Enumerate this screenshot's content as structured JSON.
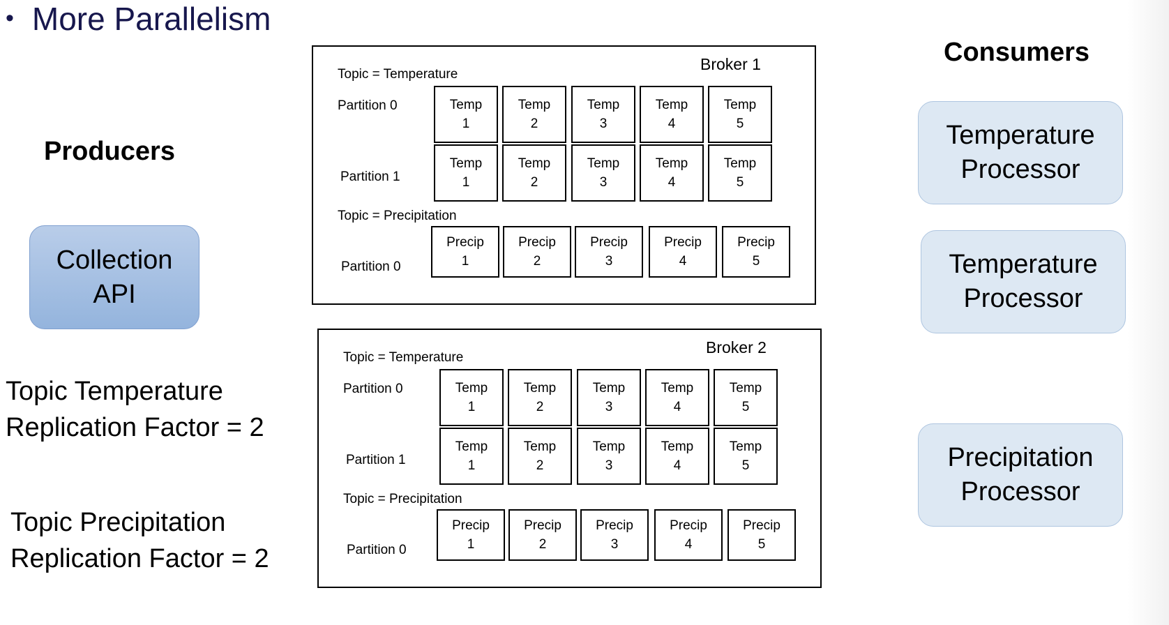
{
  "title": {
    "bullet": "•",
    "text": "More Parallelism"
  },
  "producers": {
    "heading": "Producers",
    "box": {
      "label": "Collection\nAPI"
    }
  },
  "replication": {
    "temperature": {
      "line1": "Topic Temperature",
      "line2": "Replication Factor = 2"
    },
    "precipitation": {
      "line1": "Topic Precipitation",
      "line2": "Replication Factor = 2"
    }
  },
  "consumers": {
    "heading": "Consumers",
    "items": [
      {
        "label": "Temperature\nProcessor"
      },
      {
        "label": "Temperature\nProcessor"
      },
      {
        "label": "Precipitation\nProcessor"
      }
    ]
  },
  "brokers": [
    {
      "name": "Broker 1",
      "temp_topic": "Topic = Temperature",
      "precip_topic": "Topic = Precipitation",
      "temp_partitions": [
        {
          "label": "Partition 0",
          "cells": [
            {
              "word": "Temp",
              "num": "1"
            },
            {
              "word": "Temp",
              "num": "2"
            },
            {
              "word": "Temp",
              "num": "3"
            },
            {
              "word": "Temp",
              "num": "4"
            },
            {
              "word": "Temp",
              "num": "5"
            }
          ]
        },
        {
          "label": "Partition 1",
          "cells": [
            {
              "word": "Temp",
              "num": "1"
            },
            {
              "word": "Temp",
              "num": "2"
            },
            {
              "word": "Temp",
              "num": "3"
            },
            {
              "word": "Temp",
              "num": "4"
            },
            {
              "word": "Temp",
              "num": "5"
            }
          ]
        }
      ],
      "precip_partitions": [
        {
          "label": "Partition 0",
          "cells": [
            {
              "word": "Precip",
              "num": "1"
            },
            {
              "word": "Precip",
              "num": "2"
            },
            {
              "word": "Precip",
              "num": "3"
            },
            {
              "word": "Precip",
              "num": "4"
            },
            {
              "word": "Precip",
              "num": "5"
            }
          ]
        }
      ]
    },
    {
      "name": "Broker 2",
      "temp_topic": "Topic = Temperature",
      "precip_topic": "Topic = Precipitation",
      "temp_partitions": [
        {
          "label": "Partition 0",
          "cells": [
            {
              "word": "Temp",
              "num": "1"
            },
            {
              "word": "Temp",
              "num": "2"
            },
            {
              "word": "Temp",
              "num": "3"
            },
            {
              "word": "Temp",
              "num": "4"
            },
            {
              "word": "Temp",
              "num": "5"
            }
          ]
        },
        {
          "label": "Partition 1",
          "cells": [
            {
              "word": "Temp",
              "num": "1"
            },
            {
              "word": "Temp",
              "num": "2"
            },
            {
              "word": "Temp",
              "num": "3"
            },
            {
              "word": "Temp",
              "num": "4"
            },
            {
              "word": "Temp",
              "num": "5"
            }
          ]
        }
      ],
      "precip_partitions": [
        {
          "label": "Partition 0",
          "cells": [
            {
              "word": "Precip",
              "num": "1"
            },
            {
              "word": "Precip",
              "num": "2"
            },
            {
              "word": "Precip",
              "num": "3"
            },
            {
              "word": "Precip",
              "num": "4"
            },
            {
              "word": "Precip",
              "num": "5"
            }
          ]
        }
      ]
    }
  ]
}
